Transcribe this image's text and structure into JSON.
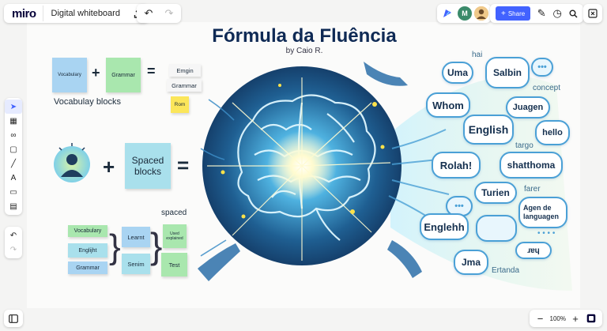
{
  "app": {
    "logo": "miro",
    "board_name": "Digital whiteboard"
  },
  "topbar": {
    "share_label": "Share",
    "avatar_initial": "M"
  },
  "zoom": {
    "value": "100%",
    "minus": "−",
    "plus": "+"
  },
  "board": {
    "title": "Fórmula da Fluência",
    "byline": "by Caio R.",
    "section1": {
      "sticky_vocab": "Vocabulary",
      "sticky_grammar": "Grammar",
      "plus": "+",
      "equals": "=",
      "stacked": [
        "Emgin",
        "Grammar",
        "Rom"
      ],
      "caption": "Vocabulay blocks"
    },
    "section2": {
      "plus": "+",
      "sticky": "Spaced blocks",
      "equals": "="
    },
    "section3": {
      "spaced_label": "spaced",
      "left": [
        "Vocabulary",
        "Englijht",
        "Grammar"
      ],
      "middle": [
        "Learnt",
        "Senim"
      ],
      "right": [
        "Used explained",
        "Test"
      ]
    },
    "bubbles": [
      "hai",
      "Uma",
      "Salbin",
      "concept",
      "Whom",
      "Juagen",
      "English",
      "hello",
      "targo",
      "Rolah!",
      "shatthoma",
      "Turien",
      "farer",
      "Agen de languagen",
      "Englehh",
      "ɹɐɥ",
      "Jma",
      "Ertanda"
    ]
  },
  "colors": {
    "accent": "#4262ff",
    "brain_glow": "#9fe8ff",
    "bubble_border": "#4aa0d6",
    "title": "#0f2a55"
  }
}
